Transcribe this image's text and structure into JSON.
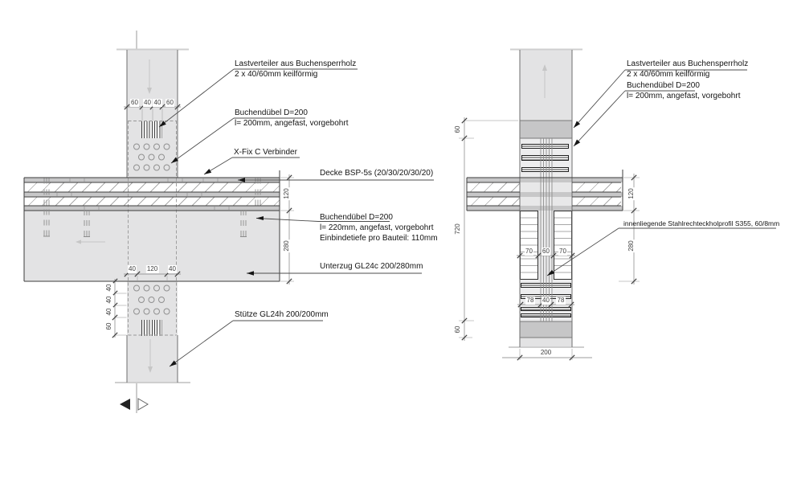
{
  "colors": {
    "wood_fill": "#e3e3e4",
    "band_fill": "#c6c6c7",
    "zone_fill": "#ededee",
    "outline": "#3d3d3d"
  },
  "left": {
    "labels": {
      "lastverteiler": [
        "Lastverteiler aus Buchensperrholz",
        "2 x 40/60mm keilförmig"
      ],
      "duebel_oben": [
        "Buchendübel D=200",
        "l= 200mm, angefast, vorgebohrt"
      ],
      "xfix": [
        "X-Fix C Verbinder"
      ],
      "decke": [
        "Decke BSP-5s (20/30/20/30/20)"
      ],
      "duebel_unten": [
        "Buchendübel D=200",
        "l= 220mm, angefast, vorgebohrt",
        "Einbindetiefe pro Bauteil: 110mm"
      ],
      "unterzug": [
        "Unterzug GL24c 200/280mm"
      ],
      "stuetze": [
        "Stütze GL24h 200/200mm"
      ]
    },
    "dims": {
      "top": [
        "60",
        "40",
        "40",
        "60"
      ],
      "deck_thickness": "120",
      "beam_depth": "280",
      "beam_bottom": [
        "40",
        "120",
        "40"
      ],
      "column_side": [
        "40",
        "40",
        "40",
        "60"
      ]
    }
  },
  "right": {
    "labels": {
      "lastverteiler": [
        "Lastverteiler aus Buchensperrholz",
        "2 x 40/60mm keilförmig"
      ],
      "duebel": [
        "Buchendübel D=200",
        "l= 200mm, angefast, vorgebohrt"
      ],
      "stahlprofil": [
        "innenliegende Stahlrechteckholprofil S355, 60/8mm"
      ]
    },
    "dims": {
      "band_top": "60",
      "total_height": "720",
      "deck_thickness": "120",
      "beam_depth": "280",
      "beam_width": [
        "70",
        "60",
        "70"
      ],
      "dowel_spacing": [
        "78",
        "40",
        "78"
      ],
      "band_bottom": "60",
      "column_width": "200"
    }
  }
}
